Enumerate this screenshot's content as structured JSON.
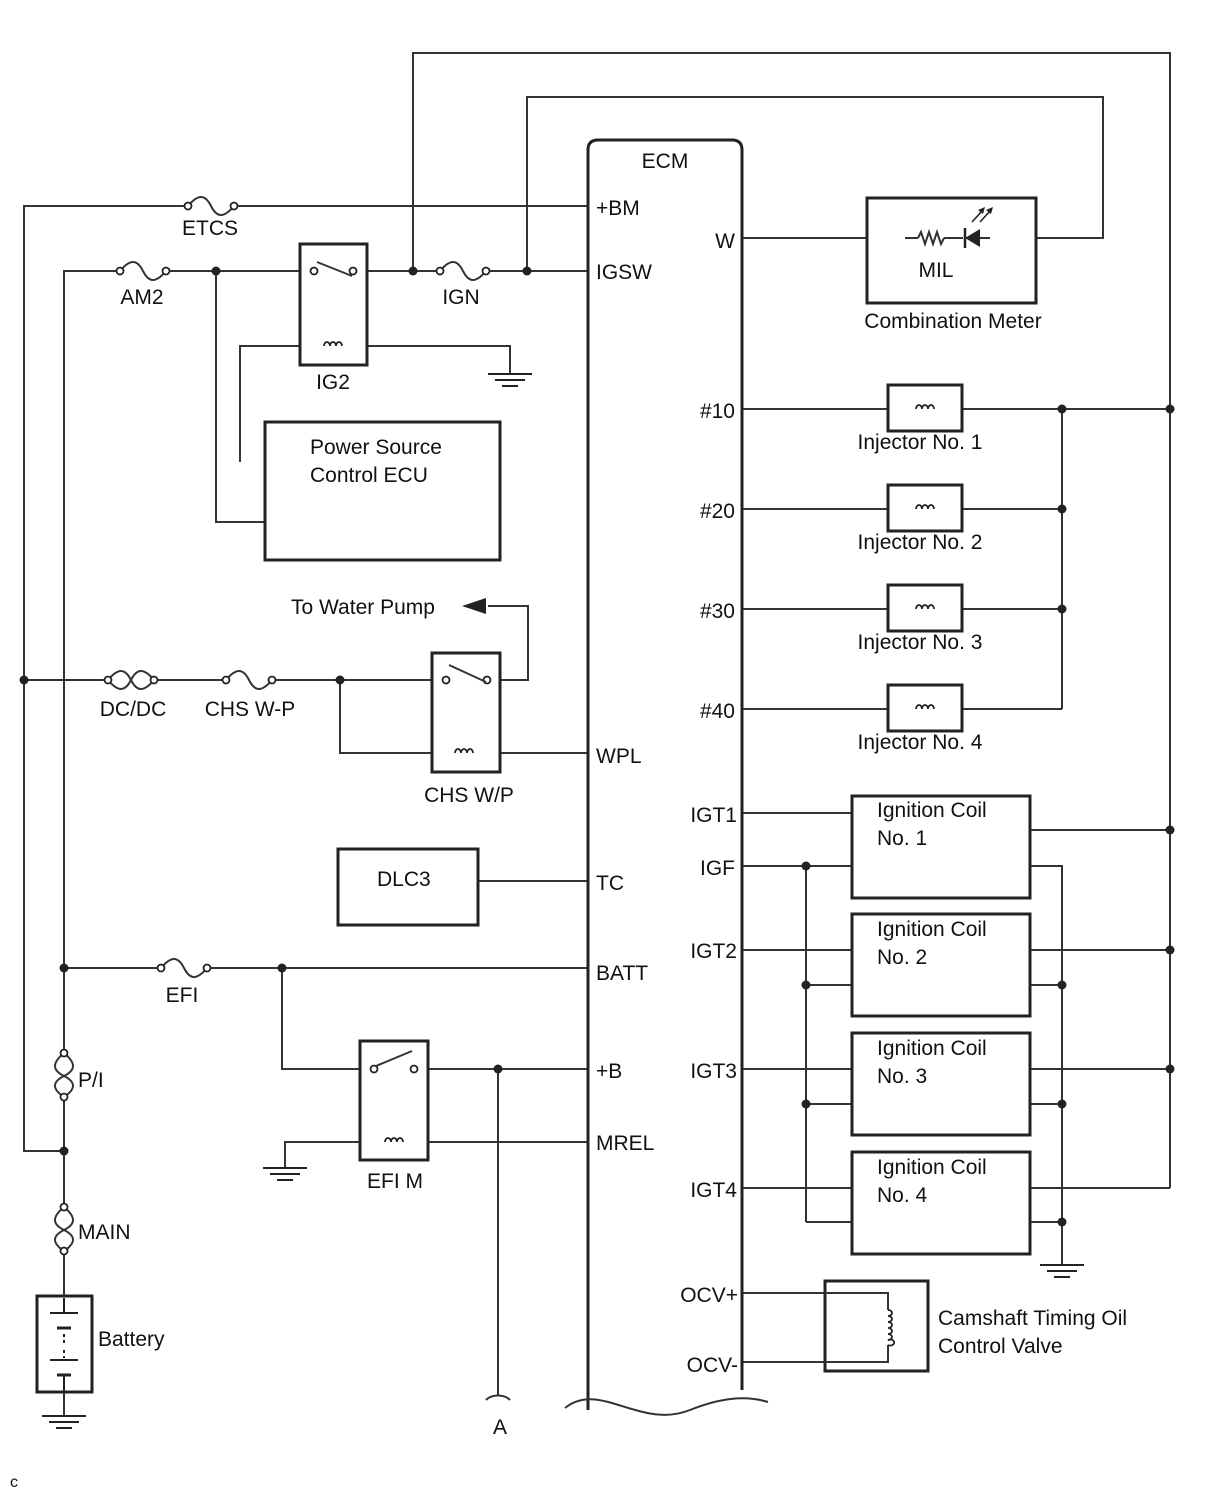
{
  "ecm": {
    "title": "ECM",
    "pins_left": {
      "bm": "+BM",
      "igsw": "IGSW",
      "wpl": "WPL",
      "tc": "TC",
      "batt": "BATT",
      "b": "+B",
      "mrel": "MREL"
    },
    "pins_right": {
      "w": "W",
      "n10": "#10",
      "n20": "#20",
      "n30": "#30",
      "n40": "#40",
      "igt1": "IGT1",
      "igf": "IGF",
      "igt2": "IGT2",
      "igt3": "IGT3",
      "igt4": "IGT4",
      "ocvp": "OCV+",
      "ocvm": "OCV-"
    }
  },
  "fuses": {
    "etcs": "ETCS",
    "am2": "AM2",
    "ign": "IGN",
    "dcdc": "DC/DC",
    "chswp_fuse": "CHS W-P",
    "efi": "EFI",
    "pi": "P/I",
    "main": "MAIN"
  },
  "relays": {
    "ig2": "IG2",
    "chswp": "CHS W/P",
    "efim": "EFI M"
  },
  "components": {
    "power_source_ecu": [
      "Power Source",
      "Control ECU"
    ],
    "water_pump": "To Water Pump",
    "dlc3": "DLC3",
    "battery": "Battery",
    "mil": "MIL",
    "combination_meter": "Combination Meter",
    "injectors": [
      "Injector No. 1",
      "Injector No. 2",
      "Injector No. 3",
      "Injector No. 4"
    ],
    "ignition_coils": [
      {
        "line1": "Ignition Coil",
        "line2": "No. 1"
      },
      {
        "line1": "Ignition Coil",
        "line2": "No. 2"
      },
      {
        "line1": "Ignition Coil",
        "line2": "No. 3"
      },
      {
        "line1": "Ignition Coil",
        "line2": "No. 4"
      }
    ],
    "ocv": [
      "Camshaft Timing Oil",
      "Control Valve"
    ]
  },
  "connector_a": "A",
  "corner_mark": "c"
}
